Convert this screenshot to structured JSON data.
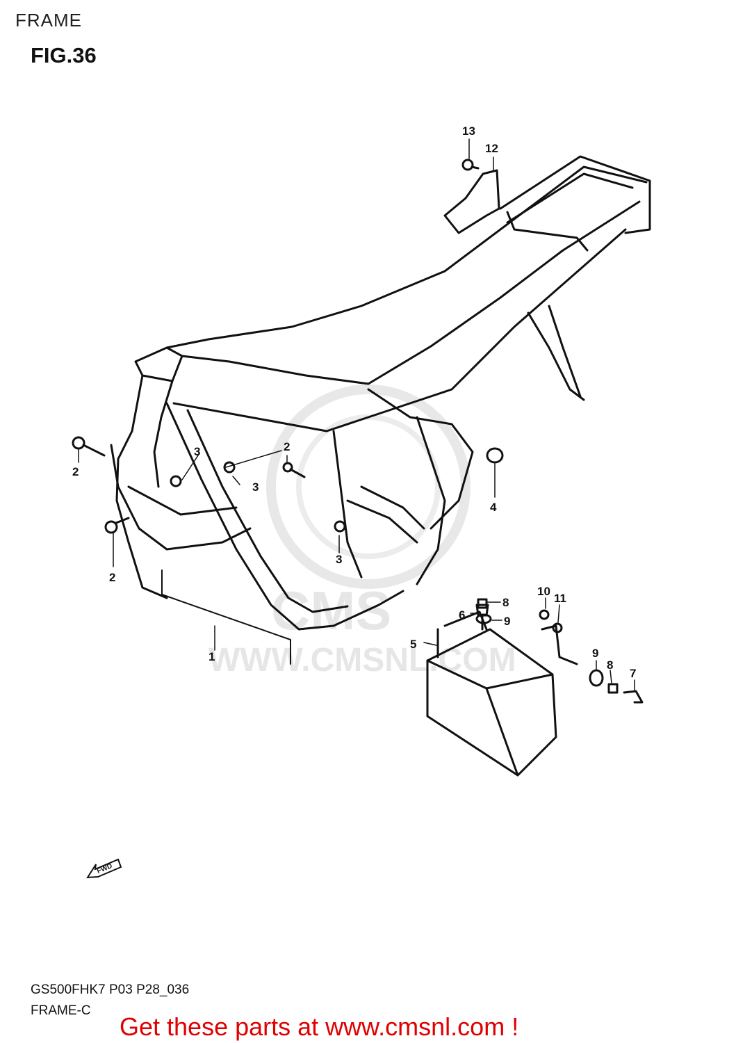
{
  "header": {
    "section": "FRAME",
    "figure": "FIG.36"
  },
  "watermark": {
    "site": "WWW.CMSNL.COM",
    "logo_text": "CMS"
  },
  "direction_marker": {
    "text": "FWD"
  },
  "callouts": [
    "1",
    "2",
    "2",
    "2",
    "3",
    "3",
    "3",
    "4",
    "5",
    "6",
    "7",
    "8",
    "8",
    "9",
    "9",
    "10",
    "11",
    "12",
    "13"
  ],
  "footer": {
    "model_code": "GS500FHK7 P03 P28_036",
    "subtitle": "FRAME-C",
    "promo": "Get these parts at www.cmsnl.com !"
  },
  "colors": {
    "line": "#111111",
    "watermark": "#e6e6e6",
    "promo": "#e00000"
  }
}
